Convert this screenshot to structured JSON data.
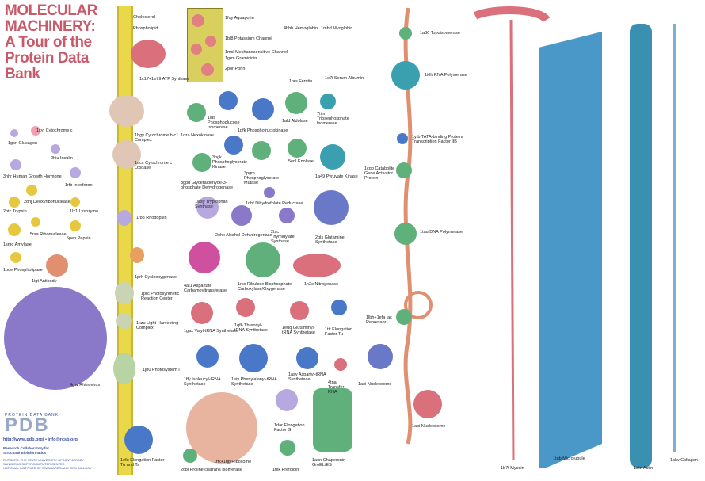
{
  "title": {
    "line1": "MOLECULAR",
    "line2": "MACHINERY:",
    "line3": "A Tour of the",
    "line4": "Protein Data",
    "line5": "Bank"
  },
  "colors": {
    "title": "#c85a6a",
    "membrane": "#e8d84a",
    "pink": "#d9707c",
    "blue": "#4a78c8",
    "green": "#5fb07a",
    "teal": "#3aa0b0",
    "yellow": "#e6c840",
    "purple": "#9a84c8",
    "tan": "#d8b8a0"
  },
  "membrane_labels": {
    "cholesterol": "Cholesterol",
    "phospholipid": "Phospholipid"
  },
  "labels": [
    {
      "id": "1c17",
      "text": "1c17+1e79 ATP Synthase"
    },
    {
      "id": "1fqy",
      "text": "1fqy Aquaporin"
    },
    {
      "id": "1bl8",
      "text": "1bl8 Potassium Channel"
    },
    {
      "id": "1msl",
      "text": "1msl Mechanosensitive Channel"
    },
    {
      "id": "1grm",
      "text": "1grm Gramicidin"
    },
    {
      "id": "2por",
      "text": "2por Porin"
    },
    {
      "id": "4hhb",
      "text": "4hhb Hemoglobin"
    },
    {
      "id": "1mbd",
      "text": "1mbd Myoglobin"
    },
    {
      "id": "1hrs",
      "text": "1hrs Ferritin"
    },
    {
      "id": "1e7i",
      "text": "1e7i Serum Albumin"
    },
    {
      "id": "1cyt",
      "text": "1cyt Cytochrome c"
    },
    {
      "id": "1gcn",
      "text": "1gcn Glucagon"
    },
    {
      "id": "2hiu",
      "text": "2hiu Insulin"
    },
    {
      "id": "3hhr",
      "text": "3hhr Human Growth Hormone"
    },
    {
      "id": "1rfb",
      "text": "1rfb Interferon"
    },
    {
      "id": "2dnj",
      "text": "2dnj Deoxyribonuclease"
    },
    {
      "id": "2ptc",
      "text": "2ptc Trypsin"
    },
    {
      "id": "1lz1",
      "text": "1lz1 Lysozyme"
    },
    {
      "id": "5rsa",
      "text": "5rsa Ribonuclease"
    },
    {
      "id": "5pep",
      "text": "5pep Pepsin"
    },
    {
      "id": "1smd",
      "text": "1smd Amylase"
    },
    {
      "id": "1poe",
      "text": "1poe Phospholipase"
    },
    {
      "id": "1igt",
      "text": "1igt Antibody"
    },
    {
      "id": "4rhv",
      "text": "4rhv Rhinovirus"
    },
    {
      "id": "1bgy",
      "text": "1bgy Cytochrome b-c1 Complex"
    },
    {
      "id": "1occ",
      "text": "1occ Cytochrome c Oxidase"
    },
    {
      "id": "1f88",
      "text": "1f88 Rhodopsin"
    },
    {
      "id": "1prh",
      "text": "1prh Cyclooxygenase"
    },
    {
      "id": "1prc",
      "text": "1prc Photosynthetic Reaction Center"
    },
    {
      "id": "1kzu",
      "text": "1kzu Light-Harvesting Complex"
    },
    {
      "id": "1jb0",
      "text": "1jb0 Photosystem I"
    },
    {
      "id": "1efu",
      "text": "1efu Elongation Factor Tu and Ts"
    },
    {
      "id": "2cpl",
      "text": "2cpl Proline cis/trans Isomerase"
    },
    {
      "id": "1iat",
      "text": "1iat Phosphoglucose Isomerase"
    },
    {
      "id": "1pfk",
      "text": "1pfk Phosphofructokinase"
    },
    {
      "id": "1czan",
      "text": "1cza Hexokinase"
    },
    {
      "id": "1ald",
      "text": "1ald Aldolase"
    },
    {
      "id": "7tim",
      "text": "7tim Triosephosphate Isomerase"
    },
    {
      "id": "3pgk",
      "text": "3pgk Phosphoglycerate Kinase"
    },
    {
      "id": "3pgm",
      "text": "3pgm Phosphoglycerate Mutase"
    },
    {
      "id": "5enl",
      "text": "5enl Enolase"
    },
    {
      "id": "1a49",
      "text": "1a49 Pyruvate Kinase"
    },
    {
      "id": "3gpd",
      "text": "3gpd Glyceraldehyde-3-phosphate Dehydrogenase"
    },
    {
      "id": "1wsy",
      "text": "1wsy Tryptophan Synthase"
    },
    {
      "id": "1dhf",
      "text": "1dhf Dihydrofolate Reductase"
    },
    {
      "id": "2ohx",
      "text": "2ohx Alcohol Dehydrogenase"
    },
    {
      "id": "2tsc",
      "text": "2tsc Thymidylate Synthase"
    },
    {
      "id": "2gls",
      "text": "2gls Glutamine Synthetase"
    },
    {
      "id": "4at1",
      "text": "4at1 Aspartate Carbamoyltransferase"
    },
    {
      "id": "1rcx",
      "text": "1rcx Ribulose Bisphosphate Carboxylase/Oxygenase"
    },
    {
      "id": "1n2c",
      "text": "1n2c Nitrogenase"
    },
    {
      "id": "1gax",
      "text": "1gax Valyl-tRNA Synthetase"
    },
    {
      "id": "1qf6",
      "text": "1qf6 Threonyl-tRNA Synthetase"
    },
    {
      "id": "1euq",
      "text": "1euq Glutaminyl-tRNA Synthetase"
    },
    {
      "id": "1ttt",
      "text": "1ttt Elongation Factor Tu"
    },
    {
      "id": "1ffy",
      "text": "1ffy Isoleucyl-tRNA Synthetase"
    },
    {
      "id": "1eiy",
      "text": "1eiy Phenylalanyl-tRNA Synthetase"
    },
    {
      "id": "1asy",
      "text": "1asy Aspartyl-tRNA Synthetase"
    },
    {
      "id": "4tna",
      "text": "4tna Transfer RNA"
    },
    {
      "id": "1aoi",
      "text": "1aoi Nucleosome"
    },
    {
      "id": "1ffk",
      "text": "1ffk+1fjg Ribosome"
    },
    {
      "id": "1dar",
      "text": "1dar Elongation Factor G"
    },
    {
      "id": "1fxk",
      "text": "1fxk Prefoldin"
    },
    {
      "id": "1aon",
      "text": "1aon Chaperonin GroEL/ES"
    },
    {
      "id": "1a36",
      "text": "1a36 Topoisomerase"
    },
    {
      "id": "1i6h",
      "text": "1i6h RNA Polymerase"
    },
    {
      "id": "1ytb",
      "text": "1ytb TATA-binding Protein/ Transcription Factor IIB"
    },
    {
      "id": "1cgp",
      "text": "1cgp Catabolite Gene Activator Protein"
    },
    {
      "id": "1tau",
      "text": "1tau DNA Polymerase"
    },
    {
      "id": "1lbh",
      "text": "1lbh+1efa lac Repressor"
    },
    {
      "id": "1aoi2",
      "text": "1aoi Nucleosome"
    },
    {
      "id": "1b7t",
      "text": "1b7t Myosin"
    },
    {
      "id": "1tub",
      "text": "1tub Microtubule"
    },
    {
      "id": "1atn",
      "text": "1atn Actin"
    },
    {
      "id": "1bkv",
      "text": "1bkv Collagen"
    }
  ],
  "footer": {
    "logo_top": "PROTEIN DATA BANK",
    "logo": "PDB",
    "url": "http://www.pdb.org/ • info@rcsb.org",
    "rcsb1": "Research Collaboratory for",
    "rcsb2": "Structural Bioinformatics",
    "inst1": "RUTGERS, THE STATE UNIVERSITY OF NEW JERSEY",
    "inst2": "SAN DIEGO SUPERCOMPUTER CENTER",
    "inst3": "NATIONAL INSTITUTE OF STANDARDS AND TECHNOLOGY"
  }
}
